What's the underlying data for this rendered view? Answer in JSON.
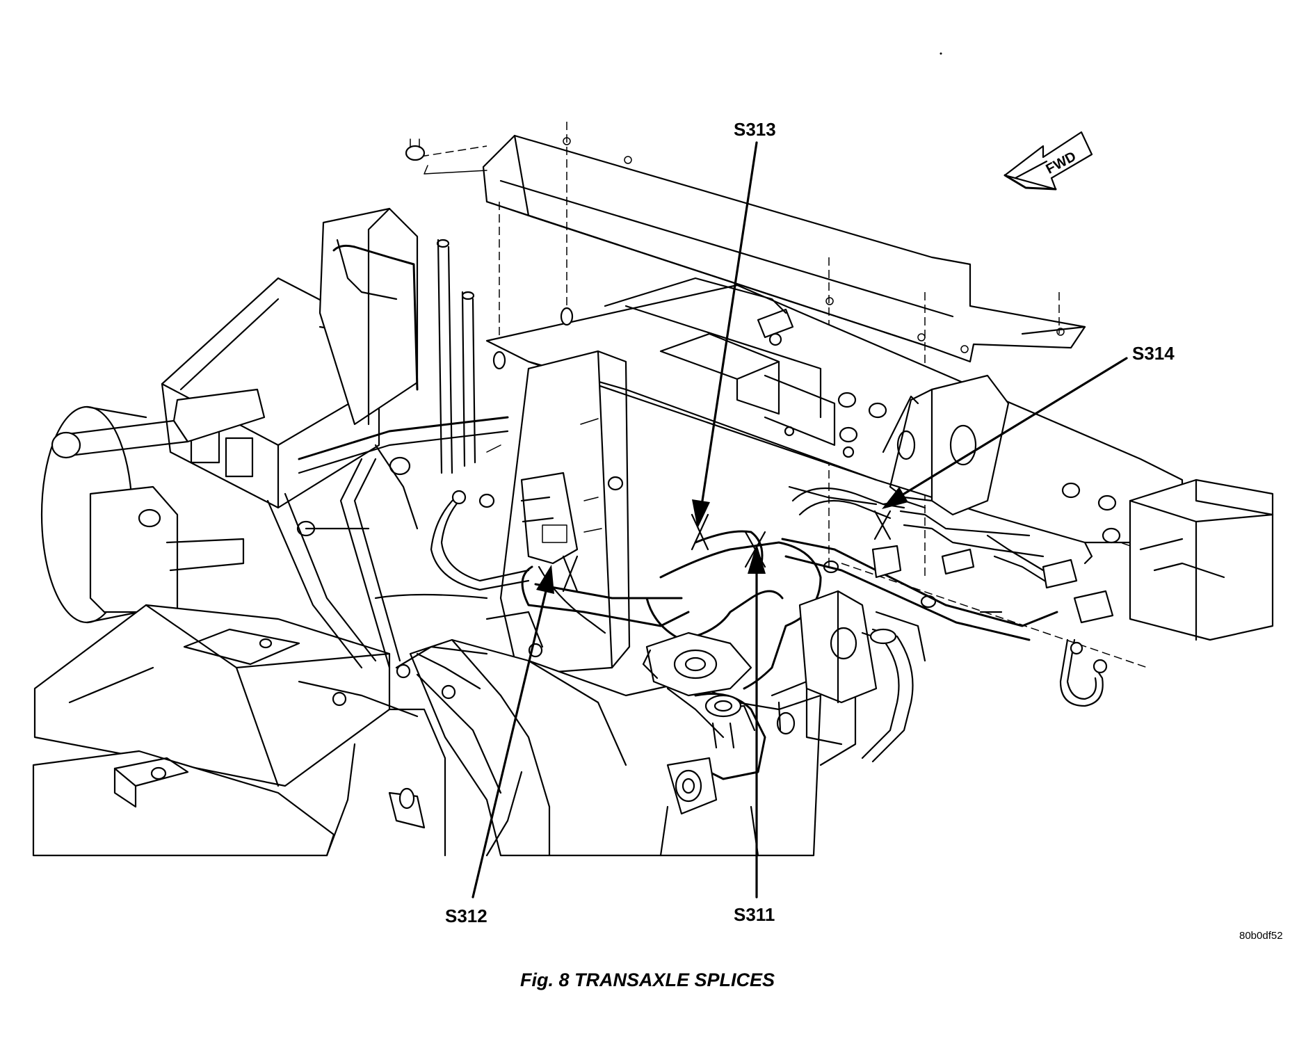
{
  "diagram": {
    "caption": "Fig. 8 TRANSAXLE SPLICES",
    "reference_code": "80b0df52",
    "direction_indicator": {
      "label": "FWD"
    },
    "callouts": [
      {
        "id": "s313",
        "label": "S313"
      },
      {
        "id": "s314",
        "label": "S314"
      },
      {
        "id": "s312",
        "label": "S312"
      },
      {
        "id": "s311",
        "label": "S311"
      }
    ]
  }
}
